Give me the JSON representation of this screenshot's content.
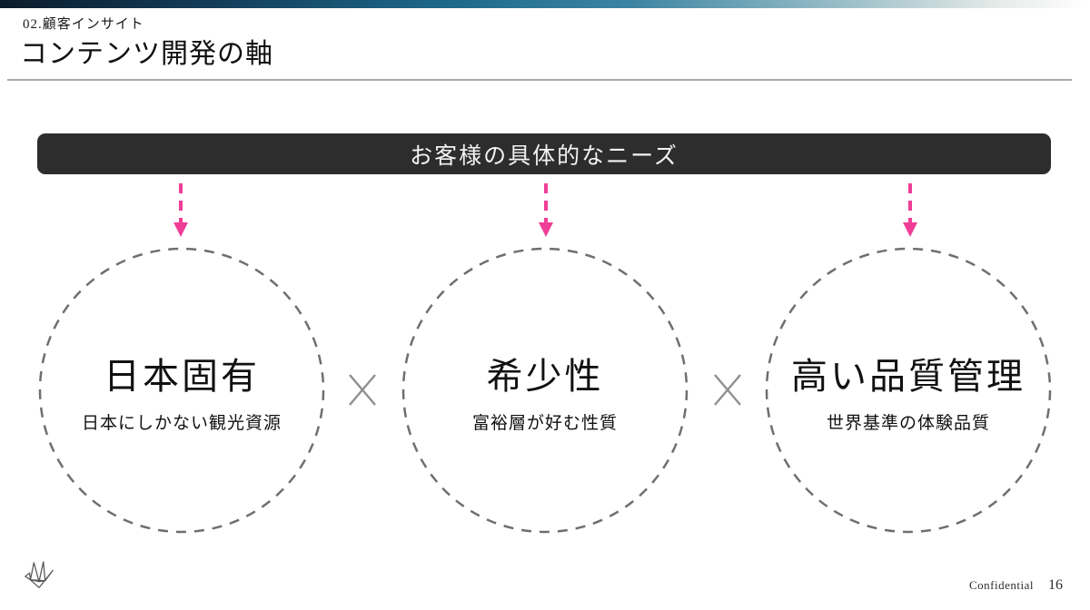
{
  "header": {
    "eyebrow": "02.顧客インサイト",
    "title": "コンテンツ開発の軸"
  },
  "banner": {
    "label": "お客様の具体的なニーズ"
  },
  "operator": "×",
  "circles": [
    {
      "title": "日本固有",
      "subtitle": "日本にしかない観光資源"
    },
    {
      "title": "希少性",
      "subtitle": "富裕層が好む性質"
    },
    {
      "title": "高い品質管理",
      "subtitle": "世界基準の体験品質"
    }
  ],
  "footer": {
    "confidential": "Confidential",
    "page_number": "16"
  },
  "colors": {
    "accent_pink": "#f03e98",
    "banner_bg": "#2d2d2d",
    "circle_dash": "#6f6f6f",
    "operator_gray": "#8f8f8f",
    "topbar_left": "#0c1b2b",
    "topbar_mid": "#1f6a8c",
    "topbar_right": "#ffffff"
  }
}
